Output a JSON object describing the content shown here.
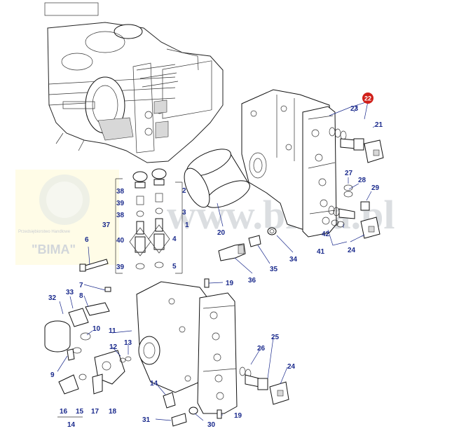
{
  "header_box": {
    "label": ""
  },
  "watermark": {
    "url_text": "www.bima.pl",
    "company_caption": "Przedsiębiorstwo Handlowe",
    "company_name": "\"BIMA\""
  },
  "highlight": {
    "part": "22",
    "color": "#d0201a"
  },
  "callout_color": "#1a2a8c",
  "callouts": {
    "p1": "1",
    "p2": "2",
    "p3": "3",
    "p4": "4",
    "p5": "5",
    "p6": "6",
    "p7": "7",
    "p8": "8",
    "p9": "9",
    "p10": "10",
    "p11": "11",
    "p12": "12",
    "p13": "13",
    "p14a": "14",
    "p14b": "14",
    "p15": "15",
    "p16": "16",
    "p17": "17",
    "p18": "18",
    "p19a": "19",
    "p19b": "19",
    "p20": "20",
    "p21": "21",
    "p22": "22",
    "p23": "23",
    "p24a": "24",
    "p24b": "24",
    "p25": "25",
    "p26": "26",
    "p27": "27",
    "p28": "28",
    "p29": "29",
    "p30": "30",
    "p31": "31",
    "p32": "32",
    "p33": "33",
    "p34": "34",
    "p35": "35",
    "p36": "36",
    "p37": "37",
    "p38a": "38",
    "p38b": "38",
    "p39a": "39",
    "p39b": "39",
    "p40": "40",
    "p41": "41",
    "p42": "42"
  }
}
